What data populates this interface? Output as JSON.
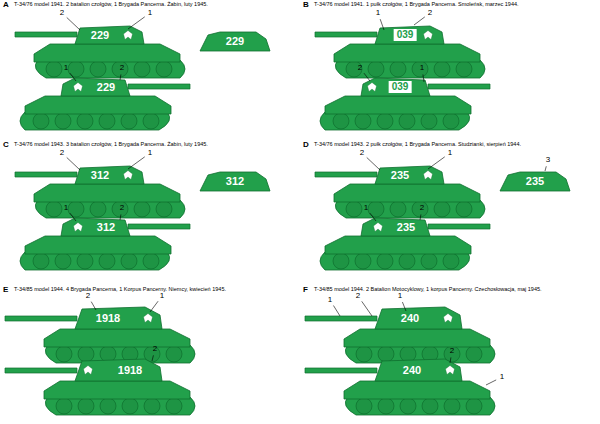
{
  "diagram": {
    "labels": [
      "A",
      "T-34/76 model 1941. 2 batalion czołgów, 1 Brygada Pancerna. Żabin, luty 1945.",
      "2",
      "1",
      "229",
      "229",
      "1",
      "2",
      "229",
      "B",
      "T-34/76 model 1941. 1 pułk czołgów, 1 Brygada Pancerna. Smoleńsk, marzec 1944.",
      "1",
      "2",
      "039",
      "2",
      "1",
      "039",
      "C",
      "T-34/76 model 1943. 3 batalion czołgów, 1 Brygada Pancerna. Żabin, luty 1945.",
      "2",
      "1",
      "312",
      "312",
      "1",
      "2",
      "312",
      "D",
      "T-34/76 model 1943. 2 pułk czołgów, 1 Brygada Pancerna. Studzianki, sierpień 1944.",
      "2",
      "1",
      "3",
      "235",
      "235",
      "1",
      "2",
      "235",
      "E",
      "T-34/85 model 1944. 4 Brygada Pancerna, 1 Korpus Pancerny. Niemcy, kwiecień 1945.",
      "2",
      "1",
      "1918",
      "2",
      "1918",
      "F",
      "T-34/85 model 1944. 2 Batalion Motocyklowy, 1 korpus Pancerny. Czechosłowacja, maj 1945.",
      "1",
      "2",
      "1",
      "240",
      "2",
      "240",
      "1"
    ]
  }
}
